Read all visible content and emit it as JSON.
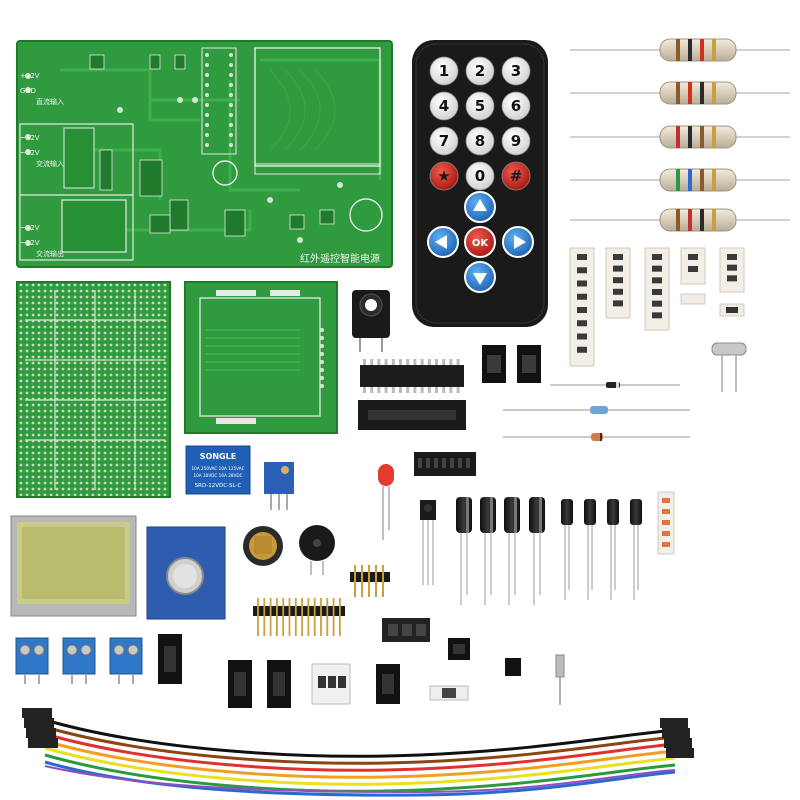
{
  "main_board": {
    "label_dc_plus": "+12V",
    "label_gnd": "GND",
    "label_dc_in": "直流输入",
    "label_ac_a": "~12V",
    "label_ac_b": "~12V",
    "label_ac_in": "交流输入",
    "label_out_a": "~12V",
    "label_out_b": "~12V",
    "label_ac_out": "交流输出",
    "title": "红外遥控智能电源"
  },
  "remote": {
    "keys": [
      "1",
      "2",
      "3",
      "4",
      "5",
      "6",
      "7",
      "8",
      "9",
      "★",
      "0",
      "#"
    ],
    "ok_label": "OK"
  },
  "relay": {
    "brand": "SONGLE",
    "spec1": "10A 250VAC  10A 125VAC",
    "spec2": "10A 30VDC  10A 28VDC",
    "model": "SRD-12VDC-SL-C"
  },
  "colors": {
    "pcb_green": "#2f9a3e",
    "pcb_dark": "#1f7a2c",
    "remote_body": "#1a1a1a",
    "key_white": "#f4f4f4",
    "key_red": "#d42a22",
    "key_blue": "#2a7fd6",
    "terminal_blue": "#2f78c8"
  }
}
